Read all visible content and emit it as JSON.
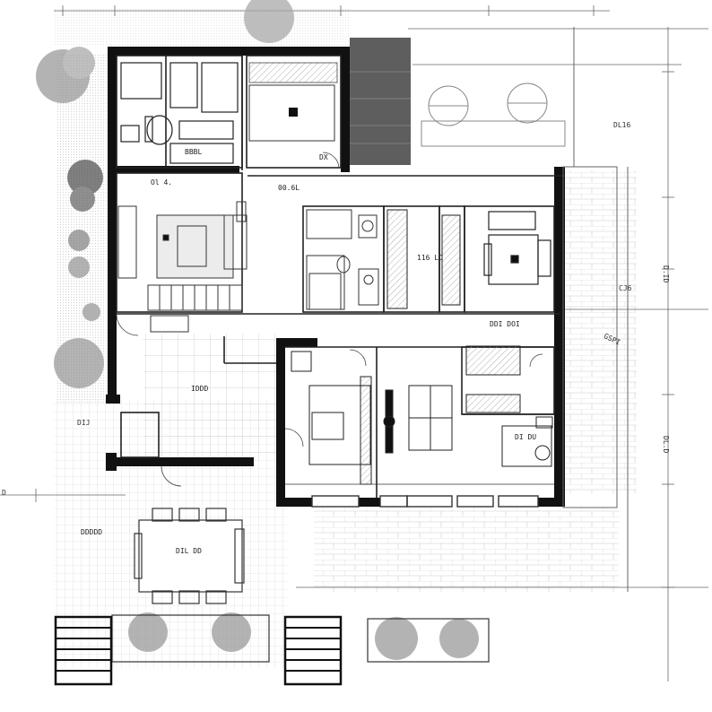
{
  "drawing": {
    "type": "architectural floor plan",
    "colors": {
      "wall": "#111111",
      "thin_line": "#444444",
      "dim_line": "#666666",
      "grid": "#cfcfcf",
      "hatch": "#7a7a7a",
      "tree": "#8a8a8a",
      "dark_strip": "#5a5a5a",
      "paper": "#ffffff"
    }
  },
  "room_labels": {
    "bath_top": "BBBL",
    "living_left": "Ol 4.",
    "corridor_top": "00.6L",
    "bedroom_mid": "116 LD",
    "bedroom_right_top": "DDI DOI",
    "hall_lower_left": "IDDD",
    "terrace_left": "DDDDD",
    "dining_table": "DIL DD",
    "right_room_lower": "DI DU",
    "entry_mark": "DX"
  },
  "dimension_labels": {
    "right_1": "DL16",
    "right_2": "D.ID",
    "right_3": "DL.D",
    "right_4": "CJ6",
    "right_5": "GSPI",
    "left_1": "DIJ",
    "left_2": "D"
  },
  "icons": [
    "tree-icon",
    "door-swing-icon",
    "column-marker-icon",
    "bed-icon",
    "toilet-icon",
    "sink-icon",
    "dining-chair-icon",
    "stair-icon"
  ]
}
